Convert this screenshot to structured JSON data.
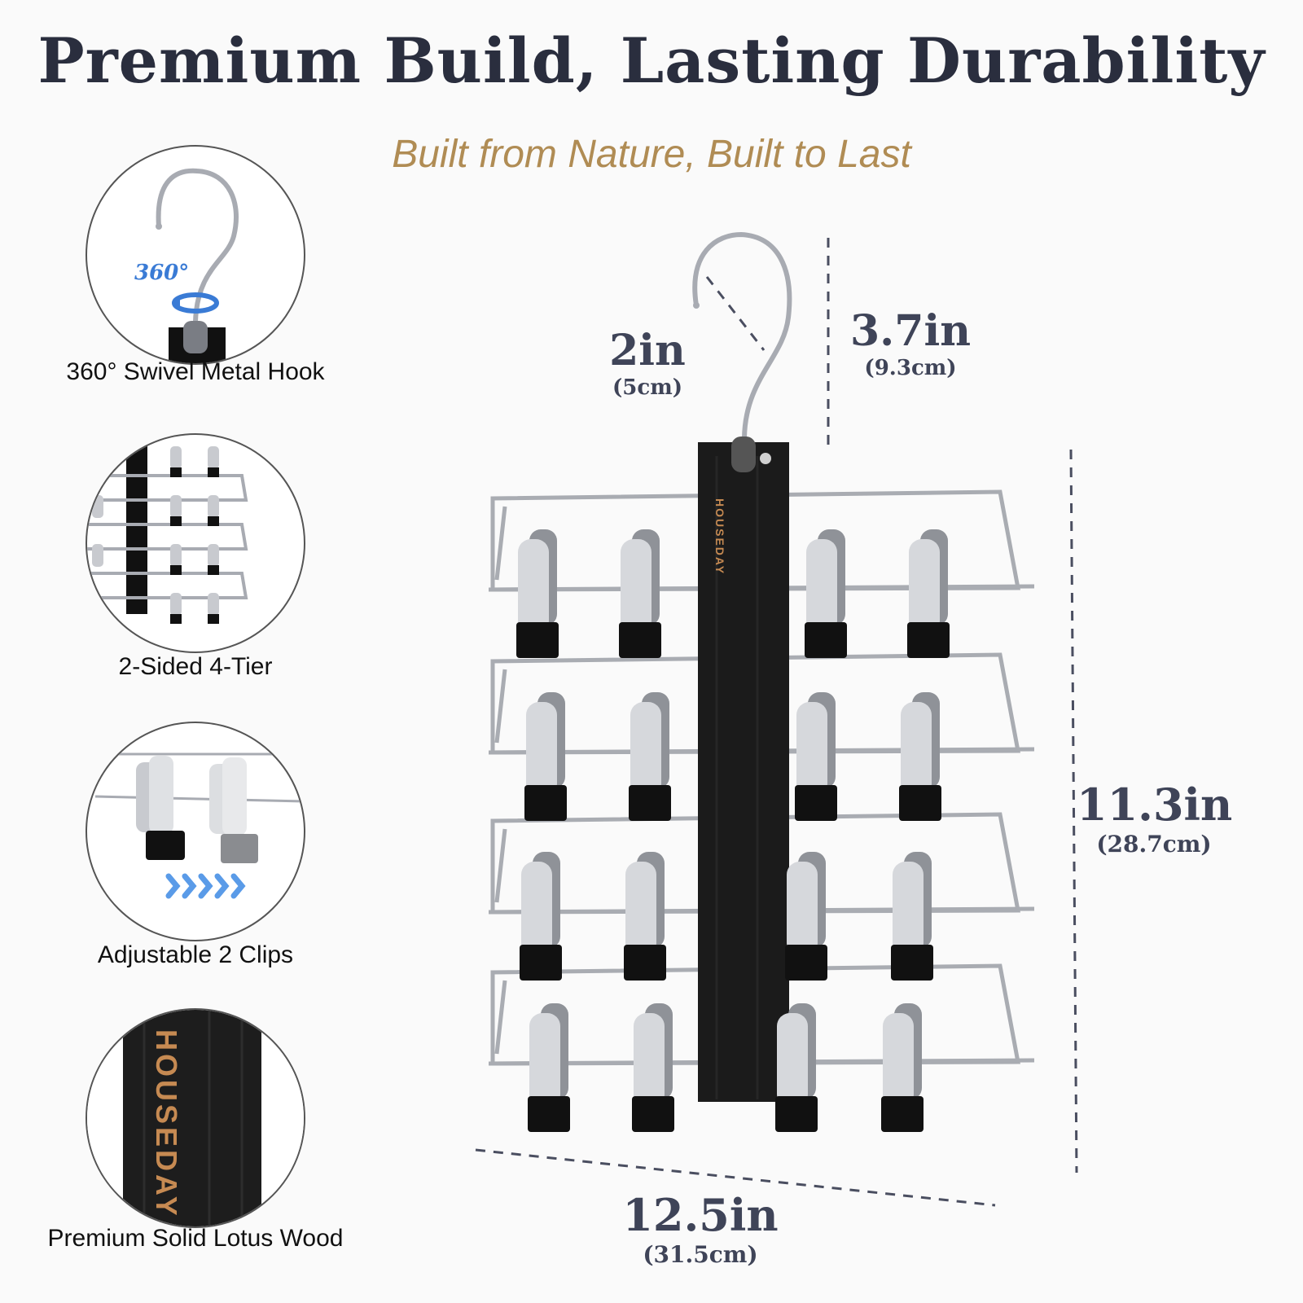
{
  "header": {
    "title": "Premium Build, Lasting Durability",
    "subtitle": "Built from Nature, Built to Last"
  },
  "features": [
    {
      "label": "360° Swivel Metal Hook",
      "badge": "360°",
      "icon": "swivel-hook-icon"
    },
    {
      "label": "2-Sided 4-Tier",
      "icon": "tiered-hanger-icon"
    },
    {
      "label": "Adjustable 2 Clips",
      "icon": "sliding-clips-icon"
    },
    {
      "label": "Premium Solid Lotus Wood",
      "brand": "HOUSEDAY",
      "icon": "wood-bar-icon"
    }
  ],
  "product": {
    "brand": "HOUSEDAY",
    "tiers": 4,
    "clips_per_tier": 4
  },
  "dimensions": {
    "hook_width": {
      "imperial": "2in",
      "metric": "(5cm)"
    },
    "hook_height": {
      "imperial": "3.7in",
      "metric": "(9.3cm)"
    },
    "body_height": {
      "imperial": "11.3in",
      "metric": "(28.7cm)"
    },
    "body_width": {
      "imperial": "12.5in",
      "metric": "(31.5cm)"
    }
  },
  "colors": {
    "title": "#2a2e3e",
    "subtitle": "#b08c54",
    "wood": "#1a1a1a",
    "metal": "#b9bcc2",
    "swivel_arrow": "#3a7bd5"
  }
}
